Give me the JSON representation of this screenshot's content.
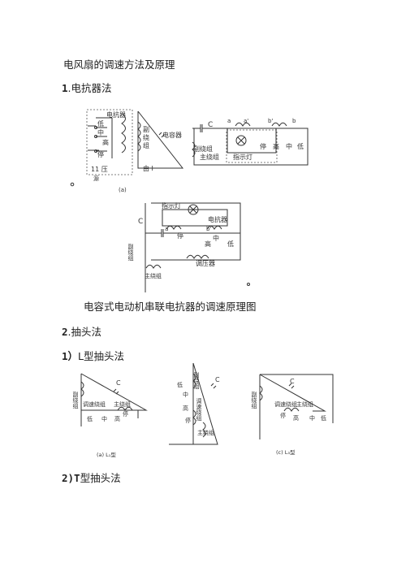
{
  "doc": {
    "title": "电风扇的调速方法及原理",
    "s1_num": "1",
    "s1_text": ".电抗器法",
    "fig1_caption": "电容式电动机串联电抗器的调速原理图",
    "s2_num": "2",
    "s2_text": ".抽头法",
    "s2a_num": "1）",
    "s2a_text": "L型抽头法",
    "s2b_num": "2)T",
    "s2b_text": "型抽头法"
  },
  "fig1": {
    "a_reactor": "电抗器",
    "a_low": "低",
    "a_mid": "中",
    "a_high": "高",
    "a_stop": "停",
    "a_bottom": "11 压",
    "a_bottom2": "源",
    "a_label": "(a)",
    "b_aux": "副",
    "b_aux2": "绕",
    "b_aux3": "组",
    "b_cap": "电容器",
    "b_sub": "由 I",
    "c_cap": "C",
    "c_a": "a",
    "c_a2": "a'",
    "c_b2": "b'",
    "c_b": "b",
    "c_aux": "副绕组",
    "c_main": "主绕组",
    "c_lamp": "指示灯",
    "c_stop": "停",
    "c_high": "高",
    "c_mid": "中",
    "c_low": "低"
  },
  "fig2": {
    "lamp": "指示灯",
    "reactor": "电抗器",
    "cap": "C",
    "a": "a",
    "b2": "b'",
    "stop": "停",
    "mid": "中",
    "low": "低",
    "high": "高",
    "regulator": "调压器",
    "aux": "副绕组",
    "main": "主绕组"
  },
  "fig3": {
    "a_aux": "副绕组",
    "a_cap": "C",
    "a_tap": "调速绕组",
    "a_main": "主绕组",
    "a_low": "低",
    "a_mid": "中",
    "a_high": "高",
    "a_stop": "停",
    "a_label": "(a) L₁型",
    "b_aux": "副绕组",
    "b_cap": "C",
    "b_tap": "调速绕组",
    "b_main": "主绕组",
    "b_low": "低",
    "b_mid": "中",
    "b_high": "高",
    "b_stop": "停",
    "c_aux": "副绕组",
    "c_cap": "C",
    "c_tap": "调速绕组",
    "c_main": "主绕组",
    "c_stop": "停",
    "c_high": "高",
    "c_mid": "中",
    "c_low": "低",
    "c_label": "(c) L₃型"
  }
}
